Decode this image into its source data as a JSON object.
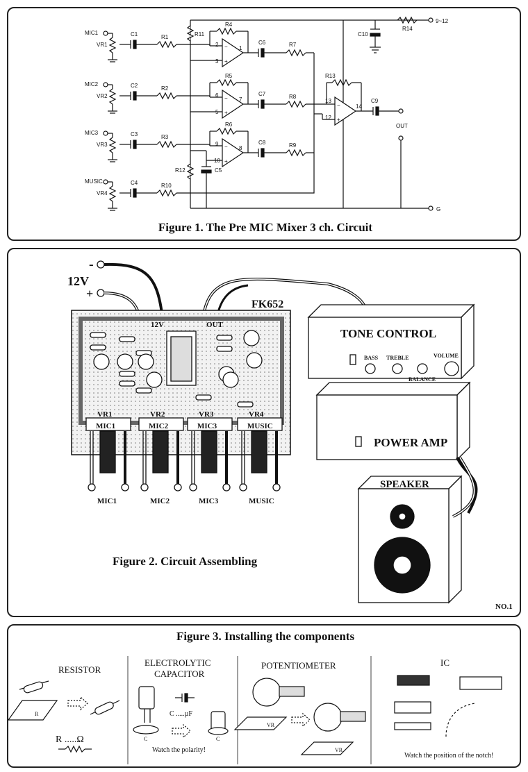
{
  "figure1": {
    "caption": "Figure 1. The Pre MIC Mixer 3 ch. Circuit",
    "inputs": [
      "MIC1",
      "MIC2",
      "MIC3",
      "MUSIC"
    ],
    "pots": [
      "VR1",
      "VR2",
      "VR3",
      "VR4"
    ],
    "caps": [
      "C1",
      "C2",
      "C3",
      "C4",
      "C5",
      "C6",
      "C7",
      "C8",
      "C9",
      "C10"
    ],
    "resistors": [
      "R1",
      "R2",
      "R3",
      "R4",
      "R5",
      "R6",
      "R7",
      "R8",
      "R9",
      "R10",
      "R11",
      "R12",
      "R13",
      "R14"
    ],
    "pins": [
      "1",
      "2",
      "3",
      "7",
      "6",
      "5",
      "9",
      "10",
      "8",
      "13",
      "12",
      "14"
    ],
    "supply": "9~12",
    "out": "OUT",
    "ground": "G"
  },
  "figure2": {
    "caption": "Figure 2. Circuit Assembling",
    "supply_label": "12V",
    "minus": "-",
    "plus": "+",
    "board_name": "FK652",
    "board_12v": "12V",
    "board_out": "OUT",
    "board_pots": [
      "VR1",
      "VR2",
      "VR3",
      "VR4"
    ],
    "board_inputs": [
      "MIC1",
      "MIC2",
      "MIC3",
      "MUSIC"
    ],
    "jack_labels": [
      "MIC1",
      "MIC2",
      "MIC3",
      "MUSIC"
    ],
    "tone_control": {
      "title": "TONE CONTROL",
      "bass": "BASS",
      "treble": "TREBLE",
      "balance": "BALANCE",
      "volume": "VOLUME"
    },
    "power_amp": "POWER AMP",
    "speaker": "SPEAKER",
    "page_no": "NO.1"
  },
  "figure3": {
    "caption": "Figure 3. Installing the components",
    "resistor": {
      "title": "RESISTOR",
      "unit": "R .....Ω",
      "tag": "R"
    },
    "capacitor": {
      "title_line1": "ELECTROLYTIC",
      "title_line2": "CAPACITOR",
      "value": "C .....µF",
      "note": "Watch the polarity!",
      "tag": "C"
    },
    "potentiometer": {
      "title": "POTENTIOMETER",
      "tag": "VR"
    },
    "ic": {
      "title": "IC",
      "note": "Watch the position of the notch!"
    }
  }
}
